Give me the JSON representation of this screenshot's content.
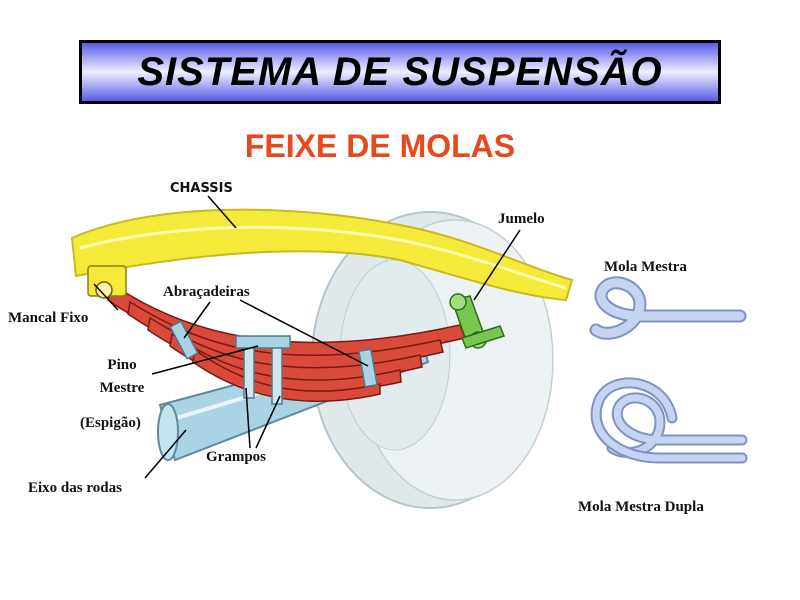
{
  "title": "SISTEMA DE SUSPENSÃO",
  "subtitle": "FEIXE DE MOLAS",
  "labels": {
    "chassis": "CHASSIS",
    "jumelo": "Jumelo",
    "mola_mestra": "Mola Mestra",
    "abracadeiras": "Abraçadeiras",
    "mancal_fixo": "Mancal Fixo",
    "pino": "Pino",
    "mestre": "Mestre",
    "espigao": "(Espigão)",
    "grampos": "Grampos",
    "eixo_das_rodas": "Eixo das rodas",
    "mola_mestra_dupla": "Mola Mestra Dupla"
  },
  "colors": {
    "title_border": "#000000",
    "title_gradient": "#5a5ae6",
    "subtitle": "#e8491c",
    "chassis": "#f5ea3a",
    "leaf_spring": "#d94a3a",
    "wheel": "#dfe9ec",
    "axle": "#a9d4e4",
    "shackle": "#78c850",
    "spring_eye": "#c6d3f2"
  }
}
